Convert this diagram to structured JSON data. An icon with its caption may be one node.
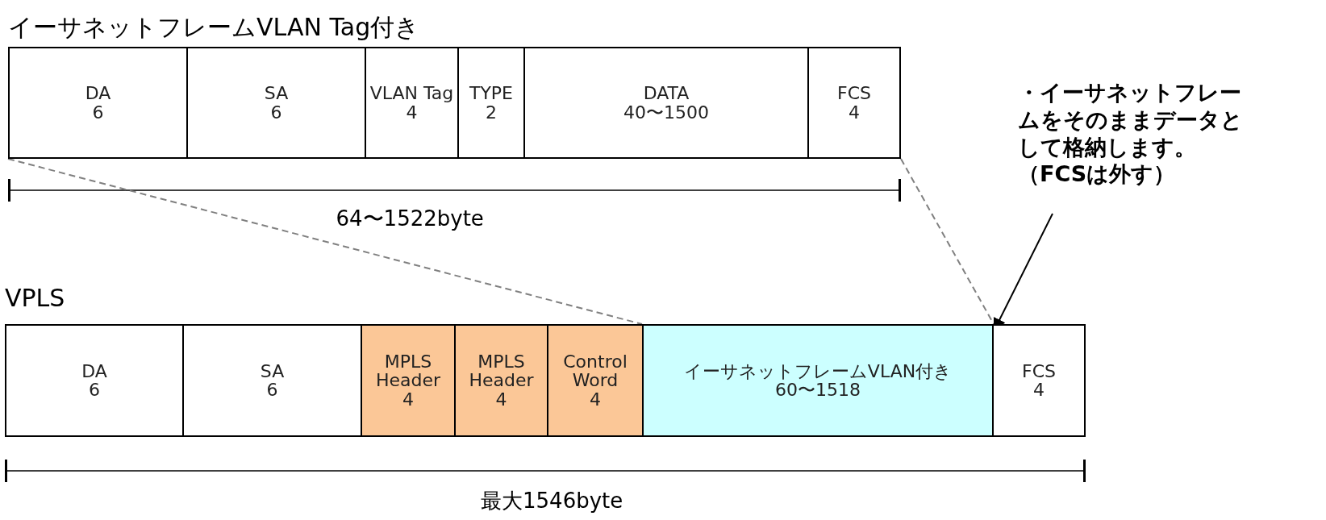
{
  "diagram": {
    "nodes": [
      {
        "text": [
          "イーサネットフレームVLAN Tag付き"
        ]
      },
      {
        "text": [
          "DA",
          "6"
        ],
        "in": 0
      },
      {
        "text": [
          "SA",
          "6"
        ],
        "in": 0
      },
      {
        "text": [
          "VLAN Tag",
          "4"
        ],
        "in": 0
      },
      {
        "text": [
          "TYPE",
          "2"
        ],
        "in": 0
      },
      {
        "text": [
          "DATA",
          "40〜1500"
        ],
        "in": 0
      },
      {
        "text": [
          "FCS",
          "4"
        ],
        "in": 0
      },
      {
        "text": [
          "VPLS"
        ]
      },
      {
        "text": [
          "DA",
          "6"
        ],
        "in": 7
      },
      {
        "text": [
          "SA",
          "6"
        ],
        "in": 7
      },
      {
        "text": [
          "MPLS Header",
          "4"
        ],
        "in": 7
      },
      {
        "text": [
          "MPLS Header",
          "4"
        ],
        "in": 7
      },
      {
        "text": [
          "Control Word",
          "4"
        ],
        "in": 7
      },
      {
        "text": [
          "イーサネットフレームVLAN付き",
          "60〜1518"
        ],
        "in": 7
      },
      {
        "text": [
          "FCS",
          "4"
        ],
        "in": 7
      },
      {
        "text": [
          "・イーサネットフレームをそのままデータとして格納します。（FCSは外す）"
        ]
      }
    ],
    "edges": [
      {
        "from": 0,
        "to": 13,
        "arrow": "none",
        "style": "dashed",
        "color": "#808080"
      },
      {
        "from": 0,
        "to": 13,
        "arrow": "none",
        "style": "dashed",
        "color": "#808080"
      },
      {
        "from": 15,
        "to": 13,
        "arrow": "to",
        "color": "#000000"
      }
    ],
    "labels": [
      "64〜1522byte",
      "最大1546byte"
    ]
  }
}
